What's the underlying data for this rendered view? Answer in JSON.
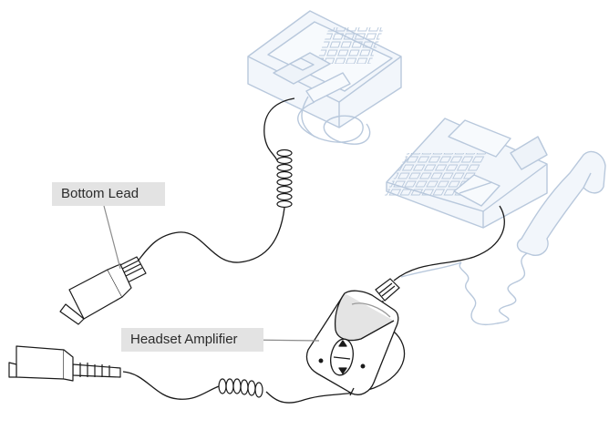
{
  "labels": {
    "bottom_lead": "Bottom Lead",
    "headset_amplifier": "Headset Amplifier"
  },
  "colors": {
    "phone_outline": "#b8c8dc",
    "phone_fill": "#f2f6fb",
    "device_fill": "#ffffff",
    "device_shade": "#d9d9d9",
    "line": "#1a1a1a",
    "callout_bg": "#e3e3e3",
    "leader": "#8c8c8c"
  },
  "icons": [
    "desk-phone-back",
    "desk-phone-front",
    "handset",
    "modular-plug",
    "quick-disconnect-connector",
    "headset-amplifier-device"
  ]
}
